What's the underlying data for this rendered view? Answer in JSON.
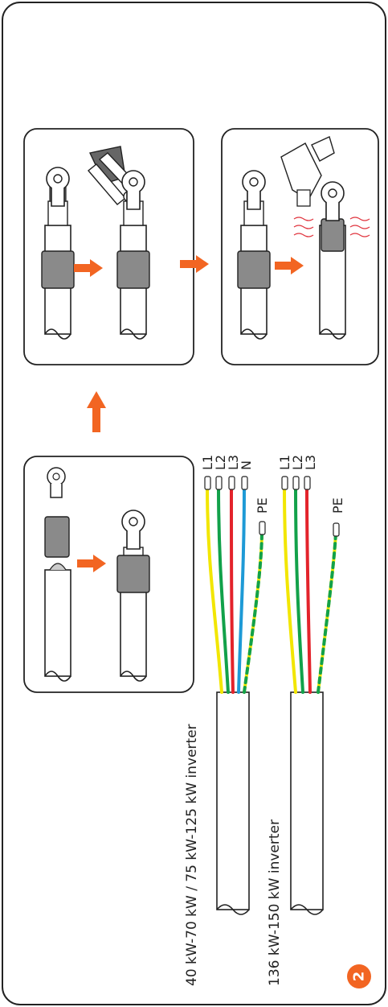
{
  "step_badge": "2",
  "cable_diagrams": [
    {
      "caption": "40 kW-70 kW / 75 kW-125 kW inverter",
      "conductors": [
        "L1",
        "L2",
        "L3",
        "N",
        "PE"
      ]
    },
    {
      "caption": "136 kW-150 kW inverter",
      "conductors": [
        "L1",
        "L2",
        "L3",
        "PE"
      ]
    }
  ],
  "colors": {
    "arrow": "#f26522",
    "badge": "#f26522",
    "frame": "#222222",
    "sleeve": "#8a8a8a",
    "heat": "#e0323c",
    "wire_yellow": "#f2e600",
    "wire_green": "#12a14a",
    "wire_red": "#e3232b",
    "wire_blue": "#1e9ad6"
  }
}
